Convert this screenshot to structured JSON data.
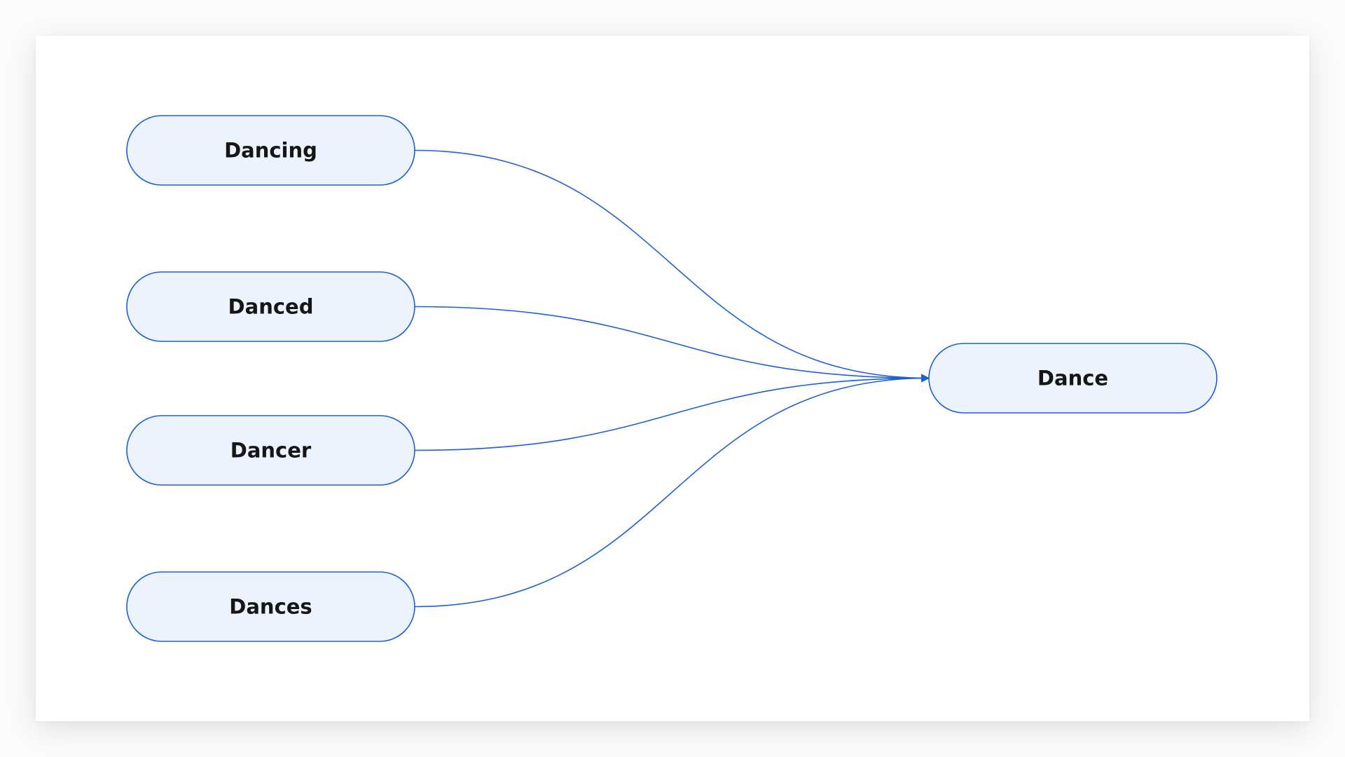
{
  "diagram": {
    "colors": {
      "node_fill": "#ecf3fd",
      "node_stroke": "#1d5fd6",
      "edge": "#1d5fd6",
      "text": "#161616"
    },
    "source_nodes": [
      {
        "id": "dancing",
        "label": "Dancing"
      },
      {
        "id": "danced",
        "label": "Danced"
      },
      {
        "id": "dancer",
        "label": "Dancer"
      },
      {
        "id": "dances",
        "label": "Dances"
      }
    ],
    "target_node": {
      "id": "dance",
      "label": "Dance"
    },
    "edges": [
      {
        "from": "dancing",
        "to": "dance"
      },
      {
        "from": "danced",
        "to": "dance"
      },
      {
        "from": "dancer",
        "to": "dance"
      },
      {
        "from": "dances",
        "to": "dance"
      }
    ]
  }
}
